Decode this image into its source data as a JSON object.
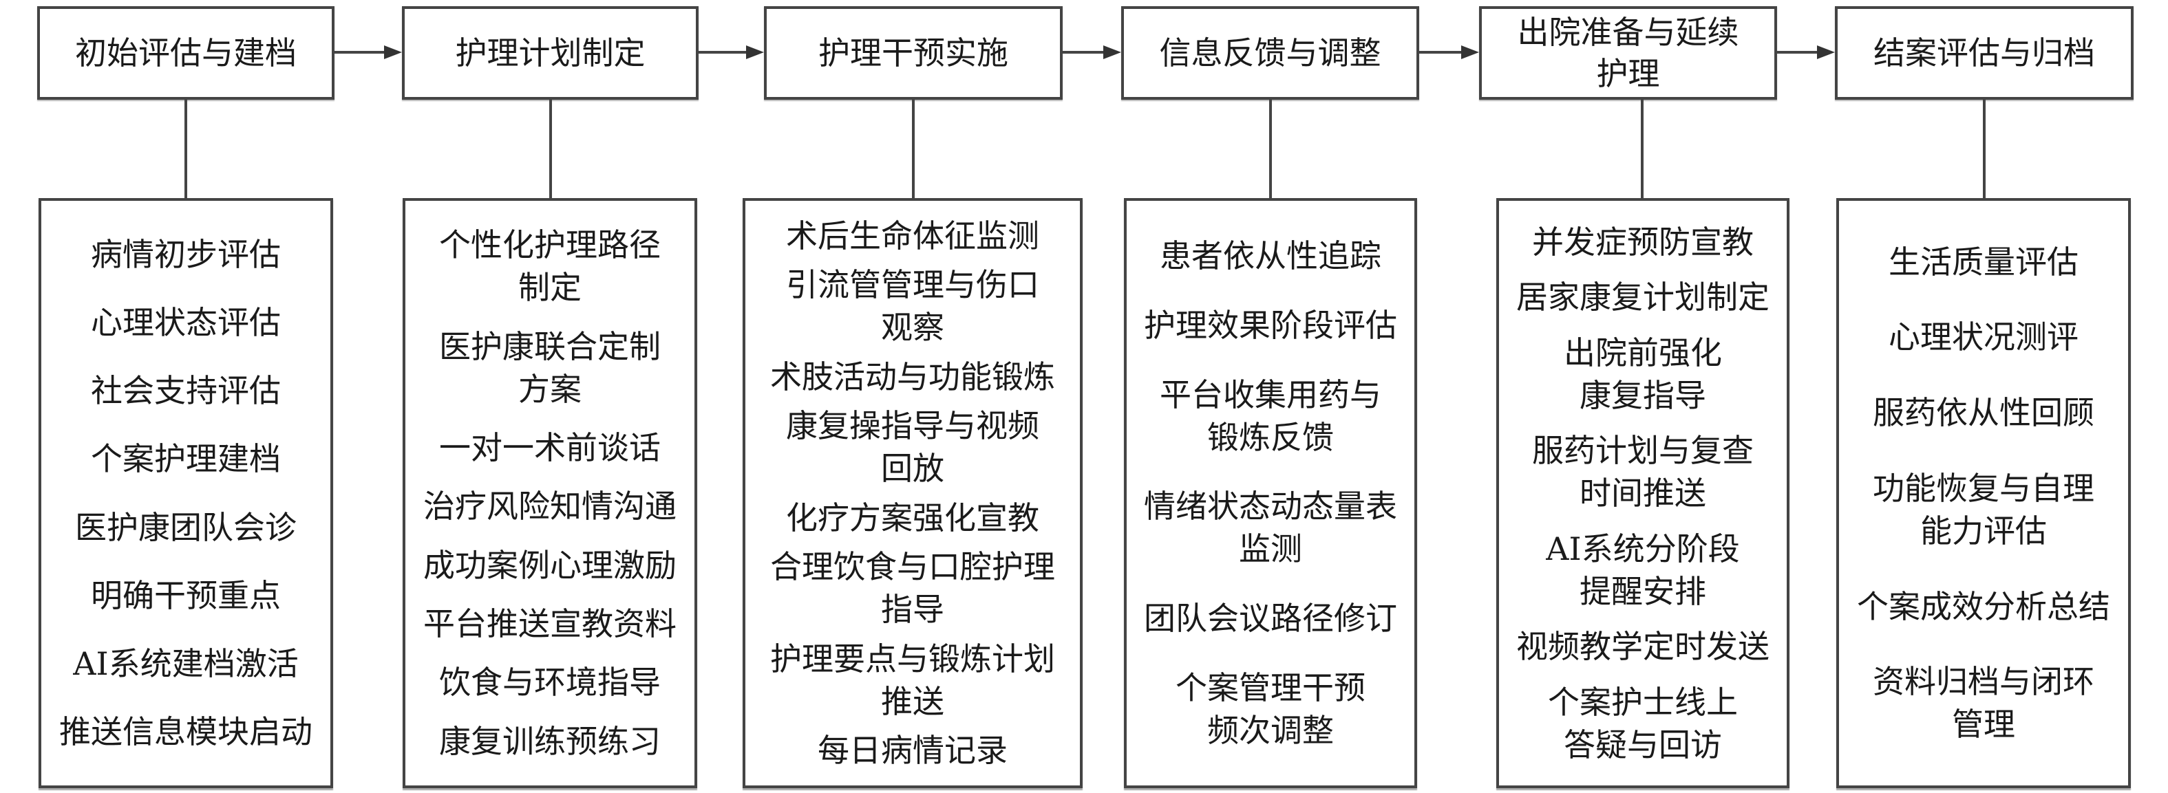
{
  "diagram": {
    "stages": [
      {
        "title": "初始评估与建档",
        "items": [
          "病情初步评估",
          "心理状态评估",
          "社会支持评估",
          "个案护理建档",
          "医护康团队会诊",
          "明确干预重点",
          "AI系统建档激活",
          "推送信息模块启动"
        ]
      },
      {
        "title": "护理计划制定",
        "items": [
          "个性化护理路径\n制定",
          "医护康联合定制\n方案",
          "一对一术前谈话",
          "治疗风险知情沟通",
          "成功案例心理激励",
          "平台推送宣教资料",
          "饮食与环境指导",
          "康复训练预练习"
        ]
      },
      {
        "title": "护理干预实施",
        "items": [
          "术后生命体征监测",
          "引流管管理与伤口\n观察",
          "术肢活动与功能锻炼",
          "康复操指导与视频\n回放",
          "化疗方案强化宣教",
          "合理饮食与口腔护理\n指导",
          "护理要点与锻炼计划\n推送",
          "每日病情记录"
        ]
      },
      {
        "title": "信息反馈与调整",
        "items": [
          "患者依从性追踪",
          "护理效果阶段评估",
          "平台收集用药与\n锻炼反馈",
          "情绪状态动态量表\n监测",
          "团队会议路径修订",
          "个案管理干预\n频次调整"
        ]
      },
      {
        "title": "出院准备与延续\n护理",
        "items": [
          "并发症预防宣教",
          "居家康复计划制定",
          "出院前强化\n康复指导",
          "服药计划与复查\n时间推送",
          "AI系统分阶段\n提醒安排",
          "视频教学定时发送",
          "个案护士线上\n答疑与回访"
        ]
      },
      {
        "title": "结案评估与归档",
        "items": [
          "生活质量评估",
          "心理状况测评",
          "服药依从性回顾",
          "功能恢复与自理\n能力评估",
          "个案成效分析总结",
          "资料归档与闭环\n管理"
        ]
      }
    ],
    "flow_direction": "left-to-right",
    "colors": {
      "stroke": "#444444",
      "text": "#1a1a1a",
      "background": "#ffffff"
    }
  }
}
